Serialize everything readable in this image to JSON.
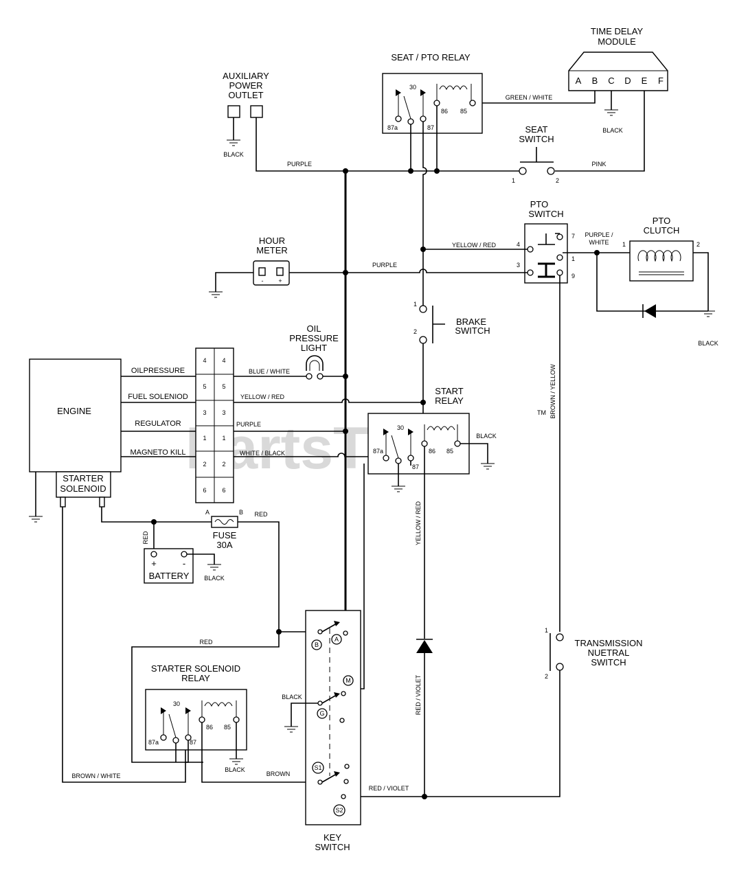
{
  "labels": {
    "time_delay_module": [
      "TIME DELAY",
      "MODULE"
    ],
    "tdm_pins": [
      "A",
      "B",
      "C",
      "D",
      "E",
      "F"
    ],
    "seat_pto_relay": "SEAT / PTO RELAY",
    "aux_outlet": [
      "AUXILIARY",
      "POWER",
      "OUTLET"
    ],
    "seat_switch": [
      "SEAT",
      "SWITCH"
    ],
    "pto_switch": [
      "PTO",
      "SWITCH"
    ],
    "pto_clutch": [
      "PTO",
      "CLUTCH"
    ],
    "hour_meter": [
      "HOUR",
      "METER"
    ],
    "oil_pressure_light": [
      "OIL",
      "PRESSURE",
      "LIGHT"
    ],
    "brake_switch": [
      "BRAKE",
      "SWITCH"
    ],
    "start_relay": [
      "START",
      "RELAY"
    ],
    "engine": "ENGINE",
    "starter_solenoid": [
      "STARTER",
      "SOLENOID"
    ],
    "fuse": [
      "FUSE",
      "30A"
    ],
    "battery": "BATTERY",
    "starter_solenoid_relay": [
      "STARTER SOLENOID",
      "RELAY"
    ],
    "transmission_neutral_switch": [
      "TRANSMISSION",
      "NUETRAL",
      "SWITCH"
    ],
    "key_switch": [
      "KEY",
      "SWITCH"
    ],
    "engine_outputs": [
      "OILPRESSURE",
      "FUEL SOLENIOD",
      "REGULATOR",
      "MAGNETO KILL"
    ],
    "connector_pins": [
      "4",
      "5",
      "3",
      "1",
      "2",
      "6"
    ],
    "relay_pins": {
      "p30": "30",
      "p87a": "87a",
      "p87": "87",
      "p86": "86",
      "p85": "85"
    },
    "key_terminals": [
      "B",
      "A",
      "M",
      "G",
      "S1",
      "S2"
    ],
    "watermark": "PartsTree",
    "tm": "TM"
  },
  "wires": {
    "green_white": "GREEN / WHITE",
    "black": "BLACK",
    "purple": "PURPLE",
    "purple_alt": "PURPLE",
    "pink": "PINK",
    "yellow_red": "YELLOW / RED",
    "purple_white": [
      "PURPLE /",
      "WHITE"
    ],
    "blue_white": "BLUE / WHITE",
    "yellow_red_2": "YELLOW / RED",
    "purple_reg": "PURPLE",
    "white_black": "WHITE / BLACK",
    "red": "RED",
    "red_batt": "RED",
    "red_key": "RED",
    "brown_yellow": "BROWN / YELLOW",
    "yellow_red_v": "YELLOW / RED",
    "red_violet_v": "RED / VIOLET",
    "red_violet": "RED / VIOLET",
    "brown": "BROWN",
    "brown_white": "BROWN / WHITE",
    "fuse_a": "A",
    "fuse_b": "B",
    "sw_1": "1",
    "sw_2": "2",
    "pto_pins": [
      "4",
      "7",
      "3",
      "1",
      "9"
    ]
  }
}
